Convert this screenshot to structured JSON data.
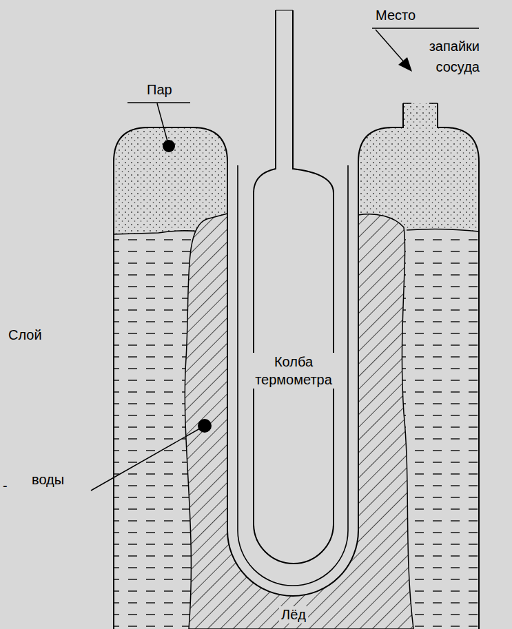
{
  "diagram": {
    "labels": [
      "Пар",
      "Место",
      "запайки сосуда",
      "Слой",
      "-",
      "воды",
      "Колба термометра",
      "Лёд"
    ]
  }
}
